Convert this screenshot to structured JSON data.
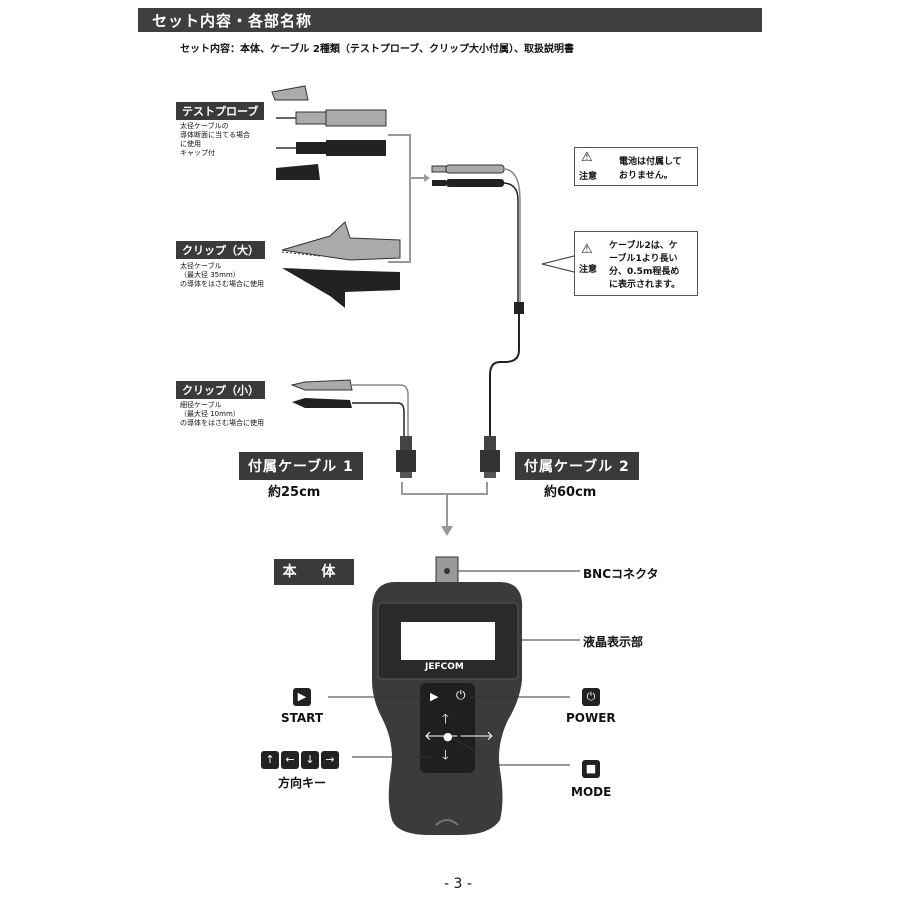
{
  "header": {
    "title": "セット内容・各部名称"
  },
  "contents_line": "セット内容：本体、ケーブル 2種類（テストプローブ、クリップ大小付属）、取扱説明書",
  "accessories": {
    "test_probe": {
      "label": "テストプローブ",
      "desc": [
        "太径ケーブルの",
        "導体断面に当てる場合",
        "に使用",
        "キャップ付"
      ]
    },
    "clip_large": {
      "label": "クリップ（大）",
      "desc": [
        "太径ケーブル",
        "（最大径 35mm）",
        "の導体をはさむ場合に使用"
      ]
    },
    "clip_small": {
      "label": "クリップ（小）",
      "desc": [
        "細径ケーブル",
        "（最大径 10mm）",
        "の導体をはさむ場合に使用"
      ]
    }
  },
  "notes": {
    "battery": {
      "tag": "注意",
      "text": [
        "電池は付属して",
        "おりません。"
      ]
    },
    "cable2": {
      "tag": "注意",
      "text": [
        "ケーブル2は、ケ",
        "ーブル1より長い",
        "分、0.5m程長め",
        "に表示されます。"
      ]
    }
  },
  "cables": {
    "cable1": {
      "label": "付属ケーブル 1",
      "length": "約25cm"
    },
    "cable2": {
      "label": "付属ケーブル 2",
      "length": "約60cm"
    }
  },
  "device": {
    "section_label": "本 体",
    "brand": "JEFCOM",
    "parts": {
      "bnc": "BNCコネクタ",
      "lcd": "液晶表示部",
      "start": "START",
      "power": "POWER",
      "arrow_keys": "方向キー",
      "mode": "MODE"
    }
  },
  "page_number": "- 3 -",
  "colors": {
    "header_bg": "#3f3f3f",
    "device_body": "#3b3b3b",
    "lcd": "#ffffff",
    "connector_gray": "#9a9a9a"
  },
  "icons": [
    "warning-icon",
    "play-icon",
    "power-icon",
    "arrow-up-icon",
    "arrow-left-icon",
    "arrow-down-icon",
    "arrow-right-icon",
    "mode-square-icon"
  ]
}
